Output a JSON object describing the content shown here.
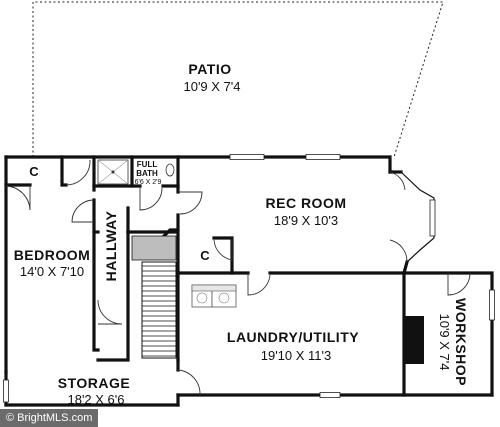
{
  "rooms": {
    "patio": {
      "name": "PATIO",
      "dims": "10'9 X 7'4"
    },
    "rec_room": {
      "name": "REC ROOM",
      "dims": "18'9 X 10'3"
    },
    "full_bath": {
      "name_line1": "FULL",
      "name_line2": "BATH",
      "dims": "6'6 X 2'9"
    },
    "closet_top": {
      "name": "C"
    },
    "closet_mid": {
      "name": "C"
    },
    "bedroom": {
      "name": "BEDROOM",
      "dims": "14'0 X 7'10"
    },
    "hallway": {
      "name": "HALLWAY"
    },
    "laundry": {
      "name": "LAUNDRY/UTILITY",
      "dims": "19'10 X 11'3"
    },
    "workshop": {
      "name": "WORKSHOP",
      "dims": "10'9 X 7'4"
    },
    "storage": {
      "name": "STORAGE",
      "dims": "18'2 X 6'6"
    }
  },
  "watermark": "© BrightMLS.com"
}
